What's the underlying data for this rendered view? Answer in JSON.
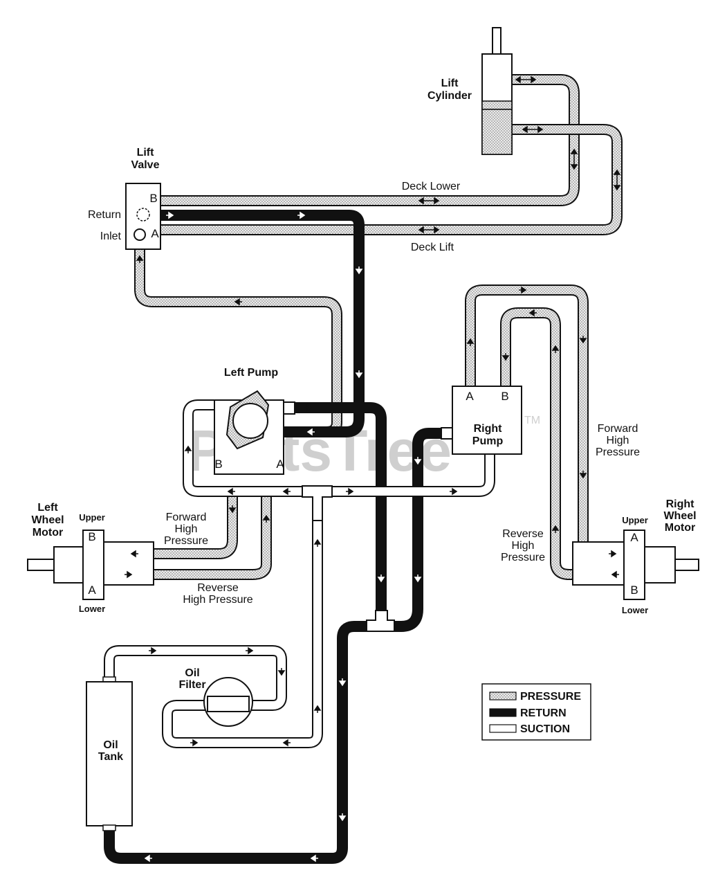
{
  "title": "",
  "watermark": {
    "text": "PartsTree",
    "trademark": "TM"
  },
  "colors": {
    "pressure": "#d9d9d9",
    "return": "#111111",
    "suction": "#ffffff",
    "outline": "#111111"
  },
  "components": {
    "lift_cylinder": {
      "line1": "Lift",
      "line2": "Cylinder"
    },
    "lift_valve": {
      "line1": "Lift",
      "line2": "Valve",
      "port_b": "B",
      "port_a": "A",
      "return_label": "Return",
      "inlet_label": "Inlet"
    },
    "left_pump": {
      "label": "Left Pump",
      "port_b": "B",
      "port_a": "A"
    },
    "right_pump": {
      "line1": "Right",
      "line2": "Pump",
      "port_a": "A",
      "port_b": "B"
    },
    "left_wheel_motor": {
      "line1": "Left",
      "line2": "Wheel",
      "line3": "Motor",
      "upper": "Upper",
      "lower": "Lower",
      "port_b": "B",
      "port_a": "A"
    },
    "right_wheel_motor": {
      "line1": "Right",
      "line2": "Wheel",
      "line3": "Motor",
      "upper": "Upper",
      "lower": "Lower",
      "port_a": "A",
      "port_b": "B"
    },
    "oil_filter": {
      "line1": "Oil",
      "line2": "Filter"
    },
    "oil_tank": {
      "line1": "Oil",
      "line2": "Tank"
    }
  },
  "line_labels": {
    "deck_lower": "Deck Lower",
    "deck_lift": "Deck Lift",
    "left_forward": {
      "line1": "Forward",
      "line2": "High",
      "line3": "Pressure"
    },
    "left_reverse": {
      "line1": "Reverse",
      "line2": "High Pressure"
    },
    "right_forward": {
      "line1": "Forward",
      "line2": "High",
      "line3": "Pressure"
    },
    "right_reverse": {
      "line1": "Reverse",
      "line2": "High",
      "line3": "Pressure"
    }
  },
  "legend": [
    {
      "type": "pressure",
      "label": "PRESSURE"
    },
    {
      "type": "return",
      "label": "RETURN"
    },
    {
      "type": "suction",
      "label": "SUCTION"
    }
  ]
}
